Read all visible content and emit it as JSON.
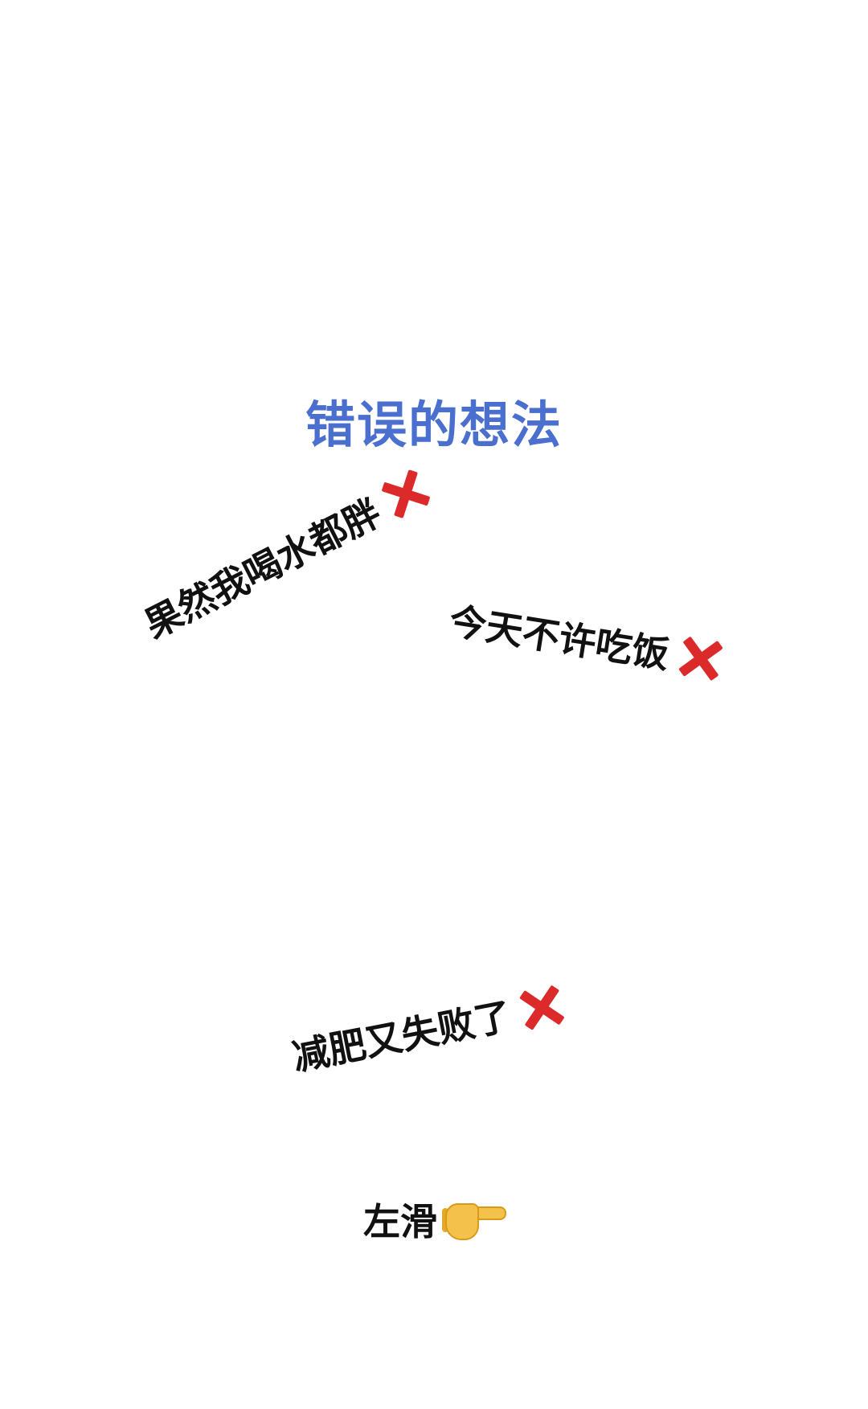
{
  "title": "错误的想法",
  "phrases": [
    {
      "text": "果然我喝水都胖",
      "mark": "red-cross"
    },
    {
      "text": "今天不许吃饭",
      "mark": "red-cross"
    },
    {
      "text": "减肥又失败了",
      "mark": "red-cross"
    }
  ],
  "swipe_hint": {
    "text": "左滑",
    "icon": "pointing-right-hand"
  },
  "colors": {
    "title": "#4a6fcf",
    "text": "#111111",
    "cross": "#dc2a2a",
    "background": "#ffffff"
  }
}
